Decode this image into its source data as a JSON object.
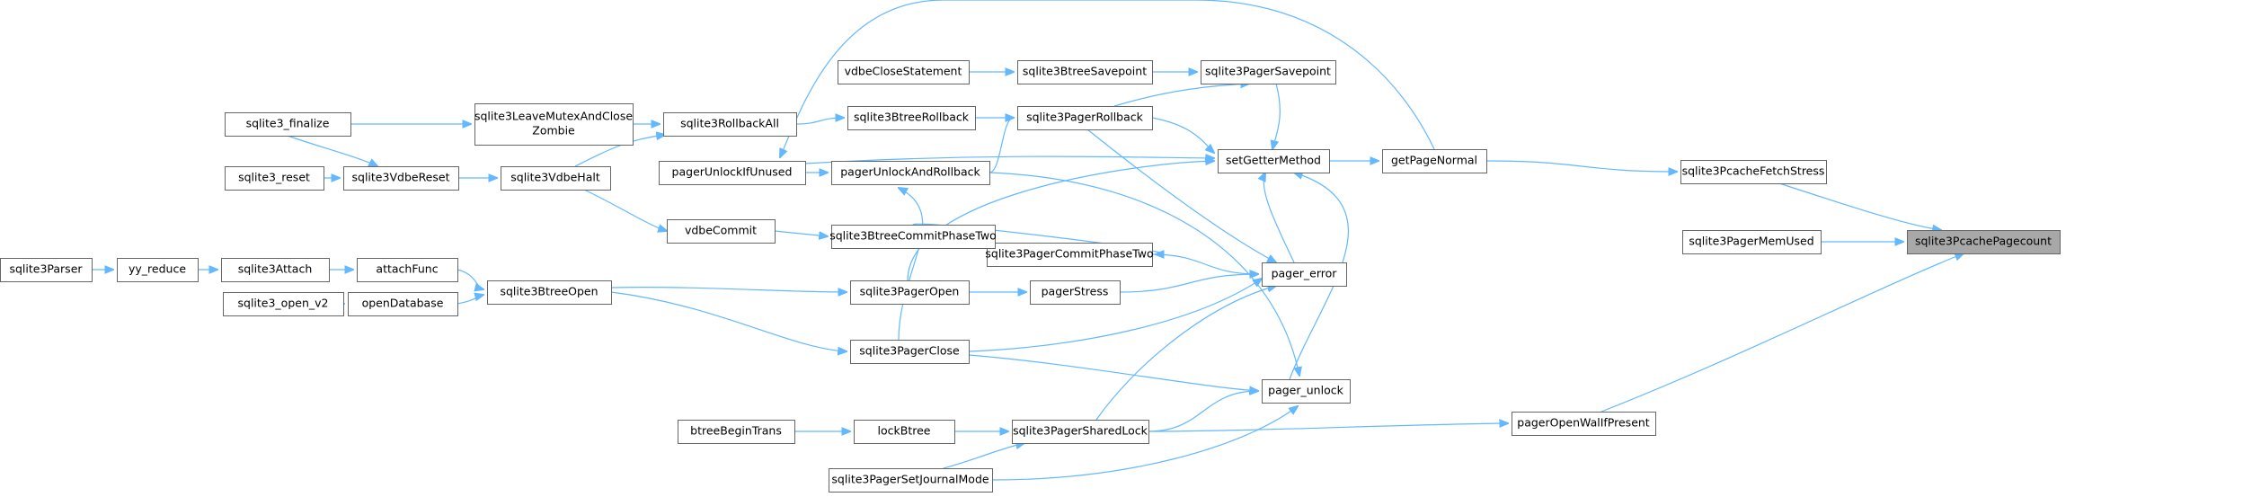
{
  "graph": {
    "kind": "doxygen caller graph",
    "root": "sqlite3PcachePagecount",
    "colors": {
      "edge": "#63b8ff",
      "node_border": "#666666",
      "node_fill": "#ffffff",
      "root_fill": "#a8a8a8"
    },
    "nodes": [
      {
        "id": "sqlite3PcachePagecount",
        "label": "sqlite3PcachePagecount"
      },
      {
        "id": "sqlite3PcacheFetchStress",
        "label": "sqlite3PcacheFetchStress"
      },
      {
        "id": "sqlite3PagerMemUsed",
        "label": "sqlite3PagerMemUsed"
      },
      {
        "id": "pagerOpenWalIfPresent",
        "label": "pagerOpenWalIfPresent"
      },
      {
        "id": "getPageNormal",
        "label": "getPageNormal"
      },
      {
        "id": "setGetterMethod",
        "label": "setGetterMethod"
      },
      {
        "id": "pager_error",
        "label": "pager_error"
      },
      {
        "id": "pager_unlock",
        "label": "pager_unlock"
      },
      {
        "id": "sqlite3PagerSavepoint",
        "label": "sqlite3PagerSavepoint"
      },
      {
        "id": "sqlite3PagerRollback",
        "label": "sqlite3PagerRollback"
      },
      {
        "id": "sqlite3PagerCommitPhaseTwo",
        "label": "sqlite3PagerCommitPhaseTwo"
      },
      {
        "id": "pagerStress",
        "label": "pagerStress"
      },
      {
        "id": "sqlite3PagerSharedLock",
        "label": "sqlite3PagerSharedLock"
      },
      {
        "id": "sqlite3BtreeSavepoint",
        "label": "sqlite3BtreeSavepoint"
      },
      {
        "id": "sqlite3BtreeRollback",
        "label": "sqlite3BtreeRollback"
      },
      {
        "id": "pagerUnlockAndRollback",
        "label": "pagerUnlockAndRollback"
      },
      {
        "id": "sqlite3BtreeCommitPhaseTwo",
        "label": "sqlite3BtreeCommitPhaseTwo"
      },
      {
        "id": "sqlite3PagerOpen",
        "label": "sqlite3PagerOpen"
      },
      {
        "id": "sqlite3PagerClose",
        "label": "sqlite3PagerClose"
      },
      {
        "id": "lockBtree",
        "label": "lockBtree"
      },
      {
        "id": "sqlite3PagerSetJournalMode",
        "label": "sqlite3PagerSetJournalMode"
      },
      {
        "id": "vdbeCloseStatement",
        "label": "vdbeCloseStatement"
      },
      {
        "id": "sqlite3RollbackAll",
        "label": "sqlite3RollbackAll"
      },
      {
        "id": "pagerUnlockIfUnused",
        "label": "pagerUnlockIfUnused"
      },
      {
        "id": "vdbeCommit",
        "label": "vdbeCommit"
      },
      {
        "id": "sqlite3BtreeOpen",
        "label": "sqlite3BtreeOpen"
      },
      {
        "id": "btreeBeginTrans",
        "label": "btreeBeginTrans"
      },
      {
        "id": "sqlite3LeaveMutexAndCloseZombie",
        "label": "sqlite3LeaveMutexAndClose\nZombie"
      },
      {
        "id": "sqlite3VdbeHalt",
        "label": "sqlite3VdbeHalt"
      },
      {
        "id": "attachFunc",
        "label": "attachFunc"
      },
      {
        "id": "openDatabase",
        "label": "openDatabase"
      },
      {
        "id": "sqlite3_finalize",
        "label": "sqlite3_finalize"
      },
      {
        "id": "sqlite3VdbeReset",
        "label": "sqlite3VdbeReset"
      },
      {
        "id": "sqlite3Attach",
        "label": "sqlite3Attach"
      },
      {
        "id": "sqlite3_open_v2",
        "label": "sqlite3_open_v2"
      },
      {
        "id": "sqlite3_reset",
        "label": "sqlite3_reset"
      },
      {
        "id": "yy_reduce",
        "label": "yy_reduce"
      },
      {
        "id": "sqlite3Parser",
        "label": "sqlite3Parser"
      }
    ],
    "edges": [
      {
        "from": "sqlite3PcacheFetchStress",
        "to": "sqlite3PcachePagecount"
      },
      {
        "from": "sqlite3PagerMemUsed",
        "to": "sqlite3PcachePagecount"
      },
      {
        "from": "pagerOpenWalIfPresent",
        "to": "sqlite3PcachePagecount"
      },
      {
        "from": "getPageNormal",
        "to": "sqlite3PcacheFetchStress"
      },
      {
        "from": "setGetterMethod",
        "to": "getPageNormal"
      },
      {
        "from": "getPageNormal",
        "to": "pagerUnlockIfUnused"
      },
      {
        "from": "sqlite3PagerSavepoint",
        "to": "setGetterMethod"
      },
      {
        "from": "sqlite3PagerRollback",
        "to": "setGetterMethod"
      },
      {
        "from": "pagerUnlockIfUnused",
        "to": "setGetterMethod"
      },
      {
        "from": "sqlite3PagerOpen",
        "to": "setGetterMethod"
      },
      {
        "from": "pager_error",
        "to": "setGetterMethod"
      },
      {
        "from": "pager_unlock",
        "to": "setGetterMethod"
      },
      {
        "from": "sqlite3PagerCommitPhaseTwo",
        "to": "pager_error"
      },
      {
        "from": "pagerStress",
        "to": "pager_error"
      },
      {
        "from": "sqlite3PagerRollback",
        "to": "pager_error"
      },
      {
        "from": "sqlite3PagerClose",
        "to": "pager_error"
      },
      {
        "from": "sqlite3PagerSharedLock",
        "to": "pager_error"
      },
      {
        "from": "pagerUnlockAndRollback",
        "to": "pager_unlock"
      },
      {
        "from": "sqlite3PagerClose",
        "to": "pager_unlock"
      },
      {
        "from": "sqlite3PagerSharedLock",
        "to": "pager_unlock"
      },
      {
        "from": "sqlite3PagerSetJournalMode",
        "to": "pager_unlock"
      },
      {
        "from": "sqlite3PagerSharedLock",
        "to": "pagerOpenWalIfPresent"
      },
      {
        "from": "sqlite3BtreeSavepoint",
        "to": "sqlite3PagerSavepoint"
      },
      {
        "from": "sqlite3PagerRollback",
        "to": "sqlite3PagerSavepoint"
      },
      {
        "from": "sqlite3BtreeRollback",
        "to": "sqlite3PagerRollback"
      },
      {
        "from": "pagerUnlockAndRollback",
        "to": "sqlite3PagerRollback"
      },
      {
        "from": "sqlite3BtreeCommitPhaseTwo",
        "to": "sqlite3PagerCommitPhaseTwo"
      },
      {
        "from": "sqlite3PagerOpen",
        "to": "pagerStress"
      },
      {
        "from": "lockBtree",
        "to": "sqlite3PagerSharedLock"
      },
      {
        "from": "sqlite3PagerSetJournalMode",
        "to": "sqlite3PagerSharedLock"
      },
      {
        "from": "vdbeCloseStatement",
        "to": "sqlite3BtreeSavepoint"
      },
      {
        "from": "sqlite3RollbackAll",
        "to": "sqlite3BtreeRollback"
      },
      {
        "from": "pagerUnlockIfUnused",
        "to": "pagerUnlockAndRollback"
      },
      {
        "from": "sqlite3PagerClose",
        "to": "pagerUnlockAndRollback"
      },
      {
        "from": "vdbeCommit",
        "to": "sqlite3BtreeCommitPhaseTwo"
      },
      {
        "from": "sqlite3BtreeOpen",
        "to": "sqlite3PagerOpen"
      },
      {
        "from": "sqlite3BtreeOpen",
        "to": "sqlite3PagerClose"
      },
      {
        "from": "btreeBeginTrans",
        "to": "lockBtree"
      },
      {
        "from": "sqlite3LeaveMutexAndCloseZombie",
        "to": "sqlite3RollbackAll"
      },
      {
        "from": "sqlite3VdbeHalt",
        "to": "sqlite3RollbackAll"
      },
      {
        "from": "sqlite3VdbeHalt",
        "to": "vdbeCommit"
      },
      {
        "from": "attachFunc",
        "to": "sqlite3BtreeOpen"
      },
      {
        "from": "openDatabase",
        "to": "sqlite3BtreeOpen"
      },
      {
        "from": "sqlite3_finalize",
        "to": "sqlite3LeaveMutexAndCloseZombie"
      },
      {
        "from": "sqlite3_finalize",
        "to": "sqlite3VdbeReset"
      },
      {
        "from": "sqlite3VdbeReset",
        "to": "sqlite3VdbeHalt"
      },
      {
        "from": "sqlite3_reset",
        "to": "sqlite3VdbeReset"
      },
      {
        "from": "sqlite3Attach",
        "to": "attachFunc"
      },
      {
        "from": "sqlite3_open_v2",
        "to": "openDatabase"
      },
      {
        "from": "yy_reduce",
        "to": "sqlite3Attach"
      },
      {
        "from": "sqlite3Parser",
        "to": "yy_reduce"
      }
    ]
  }
}
